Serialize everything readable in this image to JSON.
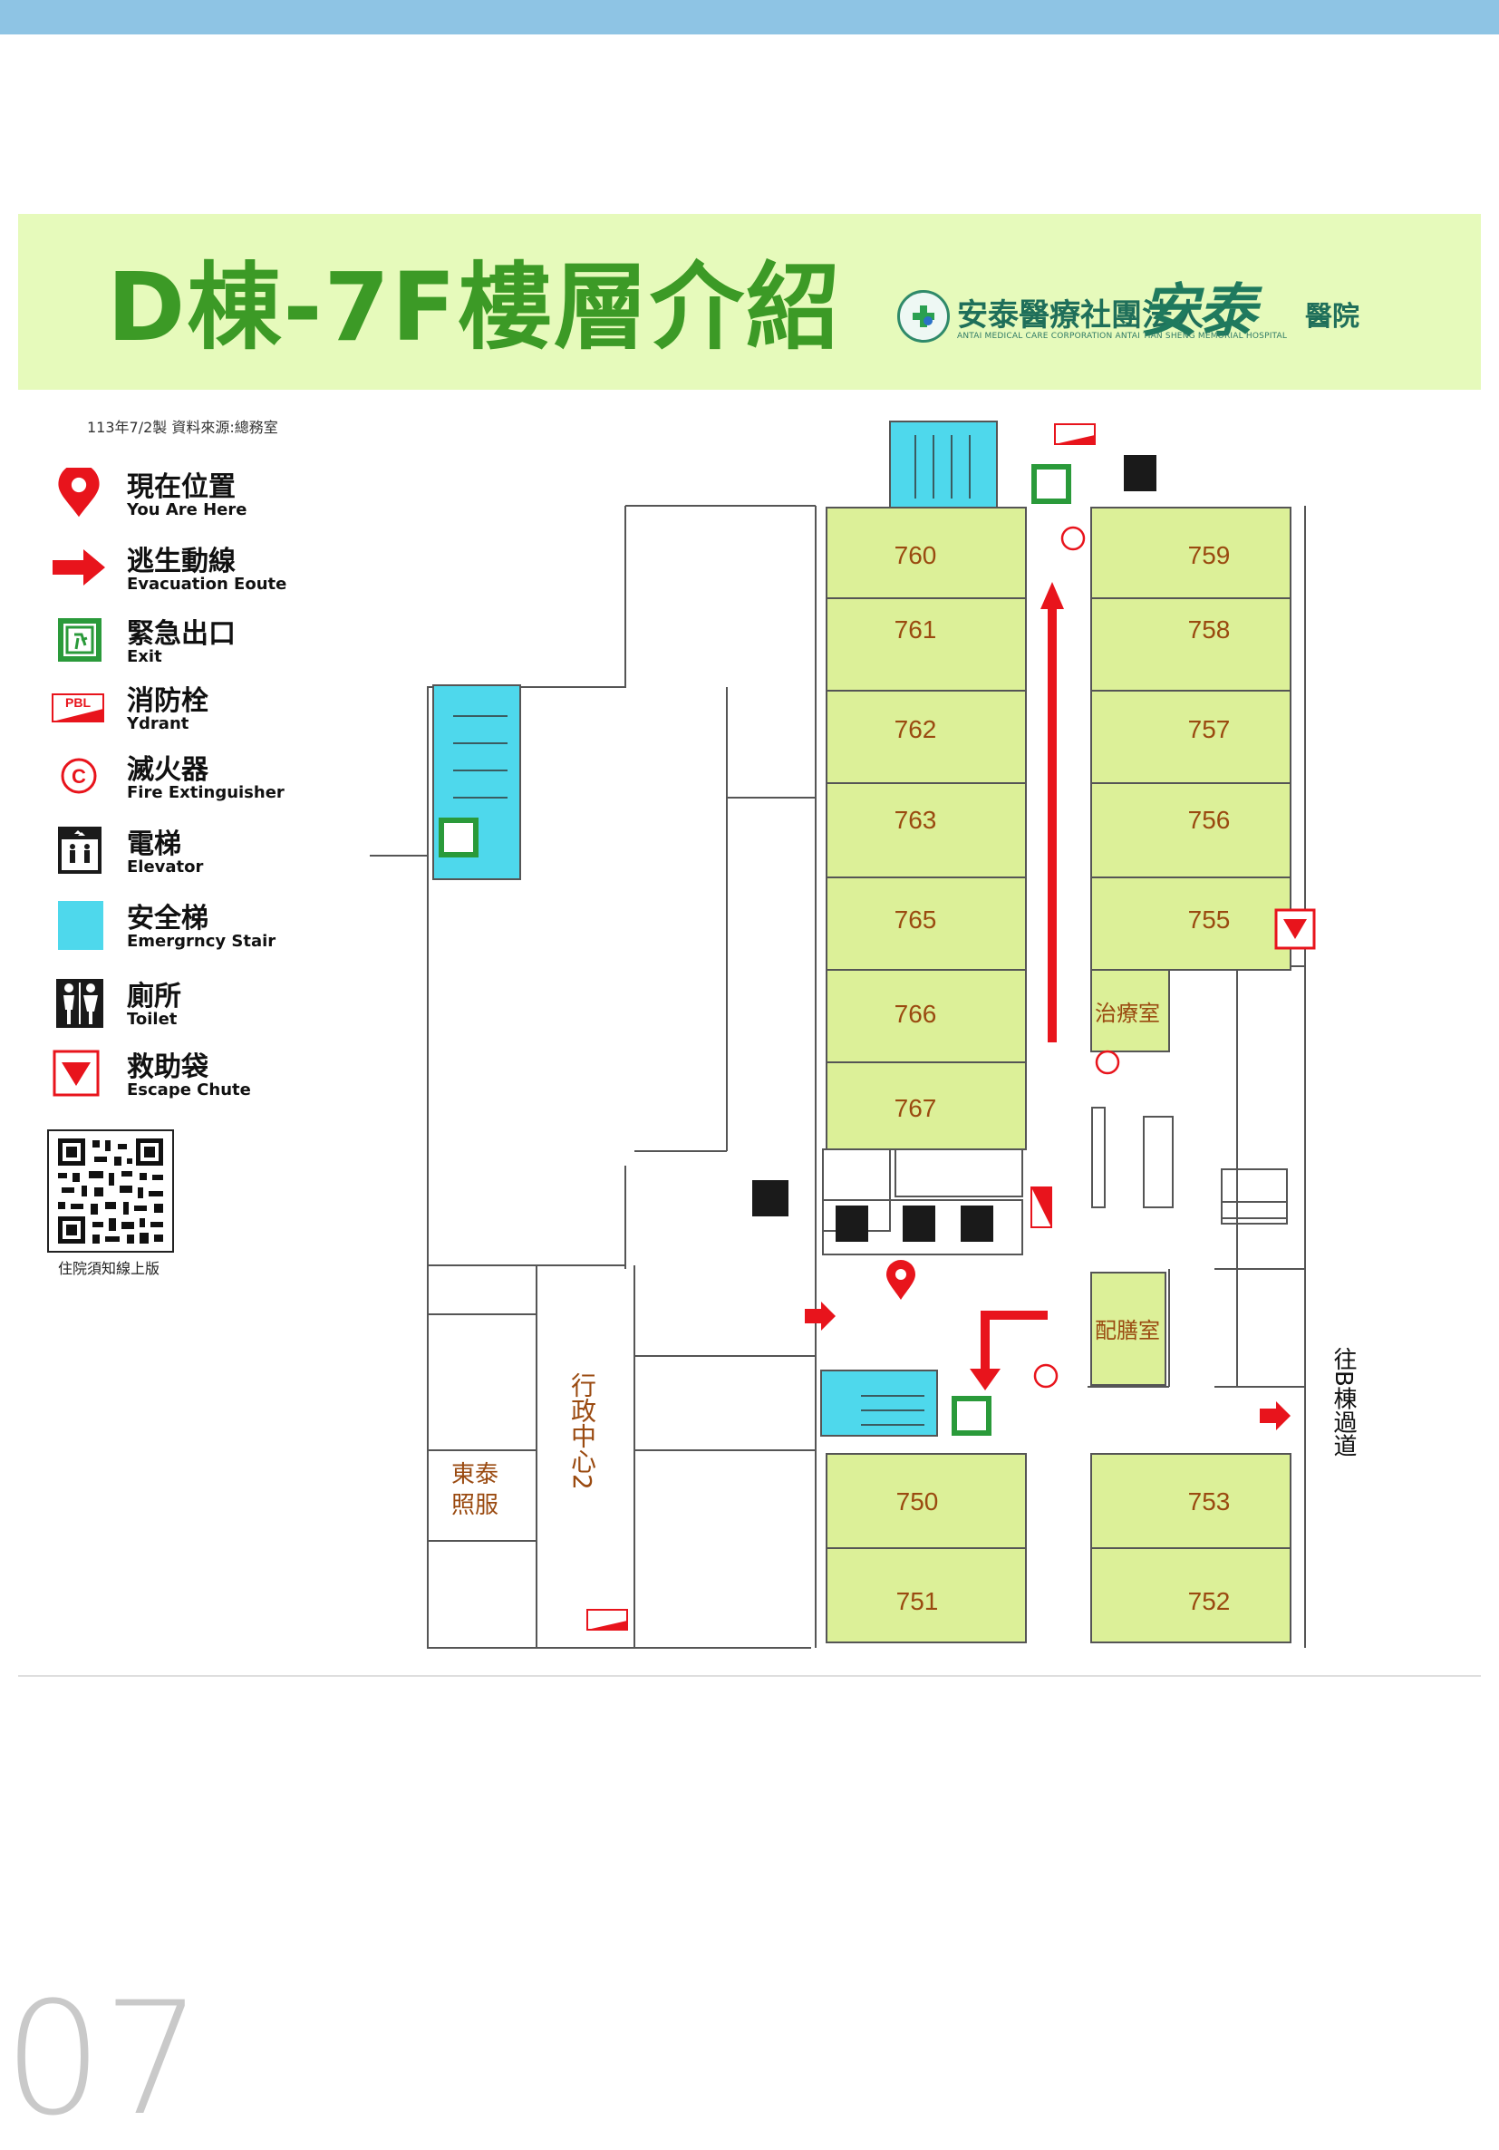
{
  "header": {
    "title": "D棟-7F樓層介紹",
    "org_name": "安泰醫療社團法人",
    "logo_mark": "安泰",
    "hospital_suffix": "醫院",
    "org_name_en": "ANTAI MEDICAL CARE CORPORATION ANTAI TIAN SHENG MEMORIAL HOSPITAL"
  },
  "meta": "113年7/2製 資料來源:總務室",
  "legend": [
    {
      "zh": "現在位置",
      "en": "You Are Here",
      "icon": "location-pin-icon"
    },
    {
      "zh": "逃生動線",
      "en": "Evacuation Eoute",
      "icon": "evacuation-arrow-icon"
    },
    {
      "zh": "緊急出口",
      "en": "Exit",
      "icon": "emergency-exit-icon"
    },
    {
      "zh": "消防栓",
      "en": "Ydrant",
      "icon": "hydrant-icon"
    },
    {
      "zh": "滅火器",
      "en": "Fire Extinguisher",
      "icon": "fire-extinguisher-icon"
    },
    {
      "zh": "電梯",
      "en": "Elevator",
      "icon": "elevator-icon"
    },
    {
      "zh": "安全梯",
      "en": "Emergrncy Stair",
      "icon": "emergency-stair-icon"
    },
    {
      "zh": "廁所",
      "en": "Toilet",
      "icon": "toilet-icon"
    },
    {
      "zh": "救助袋",
      "en": "Escape  Chute",
      "icon": "escape-chute-icon"
    }
  ],
  "qr_label": "住院須知線上版",
  "map": {
    "rooms": [
      "760",
      "761",
      "762",
      "763",
      "765",
      "766",
      "767",
      "759",
      "758",
      "757",
      "756",
      "755",
      "750",
      "751",
      "753",
      "752"
    ],
    "treatment_room": "治療室",
    "pantry": "配膳室",
    "admin_center": "行政中心2",
    "care_service": "東泰照服",
    "to_b_building": "往B棟過道",
    "hydrant_text": "PBL",
    "extinguisher_text": "C"
  },
  "colors": {
    "room": "#dcf098",
    "stair": "#4ed8ec",
    "banner": "#e6fabb",
    "title": "#3c9a26",
    "evac": "#e8141c",
    "exit": "#2a9a3a",
    "label_brown": "#9a4a10",
    "topbar": "#8ec4e4"
  },
  "page_number": "07"
}
